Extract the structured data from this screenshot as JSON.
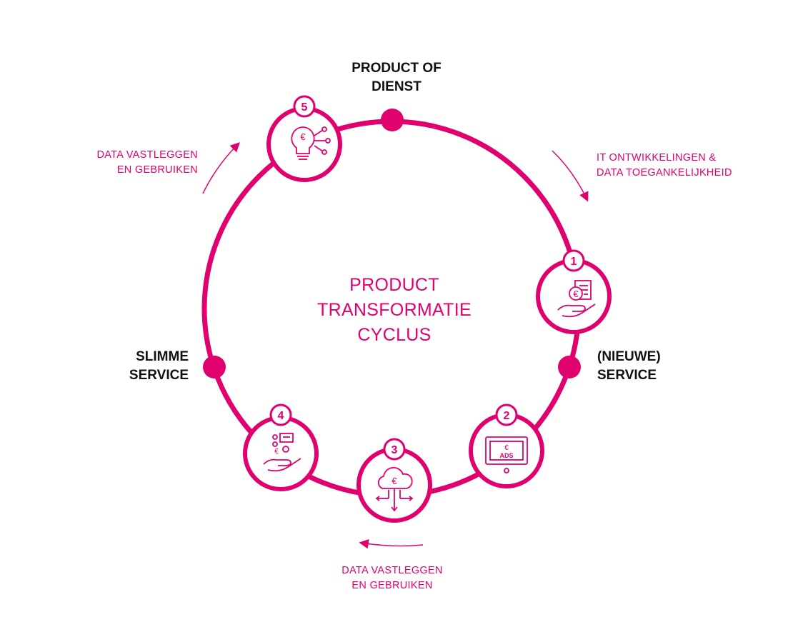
{
  "center_title": [
    "PRODUCT",
    "TRANSFORMATIE",
    "CYCLUS"
  ],
  "nodes": {
    "top": [
      "PRODUCT OF",
      "DIENST"
    ],
    "right": [
      "(NIEUWE)",
      "SERVICE"
    ],
    "left": [
      "SLIMME",
      "SERVICE"
    ]
  },
  "arrows": {
    "top_right": [
      "IT ONTWIKKELINGEN &",
      "DATA TOEGANKELIJKHEID"
    ],
    "bottom": [
      "DATA VASTLEGGEN",
      "EN GEBRUIKEN"
    ],
    "top_left": [
      "DATA VASTLEGGEN",
      "EN GEBRUIKEN"
    ]
  },
  "steps": [
    {
      "number": "1",
      "icon": "hand-euro-document-icon"
    },
    {
      "number": "2",
      "icon": "monitor-ads-icon",
      "icon_text": [
        "€",
        "ADS"
      ]
    },
    {
      "number": "3",
      "icon": "cloud-euro-distribution-icon"
    },
    {
      "number": "4",
      "icon": "hand-euro-gears-icon"
    },
    {
      "number": "5",
      "icon": "lightbulb-euro-network-icon"
    }
  ],
  "colors": {
    "accent": "#e0006e",
    "text": "#111111",
    "background": "#ffffff"
  }
}
